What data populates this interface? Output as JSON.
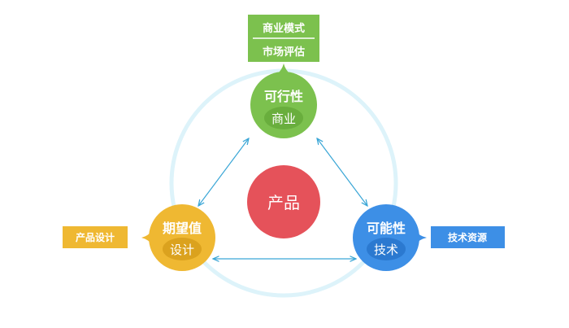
{
  "center": {
    "label": "产品",
    "color": "#e5525a"
  },
  "feasibility": {
    "title": "可行性",
    "sub": "商业",
    "color": "#7cc14e",
    "sub_color": "#69ae3d",
    "box": [
      "商业模式",
      "市场评估"
    ]
  },
  "desirability": {
    "title": "期望值",
    "sub": "设计",
    "color": "#efb832",
    "sub_color": "#dba21e",
    "box": [
      "产品设计"
    ]
  },
  "possibility": {
    "title": "可能性",
    "sub": "技术",
    "color": "#3d8fe6",
    "sub_color": "#2b79d0",
    "box": [
      "技术资源"
    ]
  },
  "colors": {
    "ring": "#ddf3fa",
    "arrow": "#3aa6d6"
  }
}
